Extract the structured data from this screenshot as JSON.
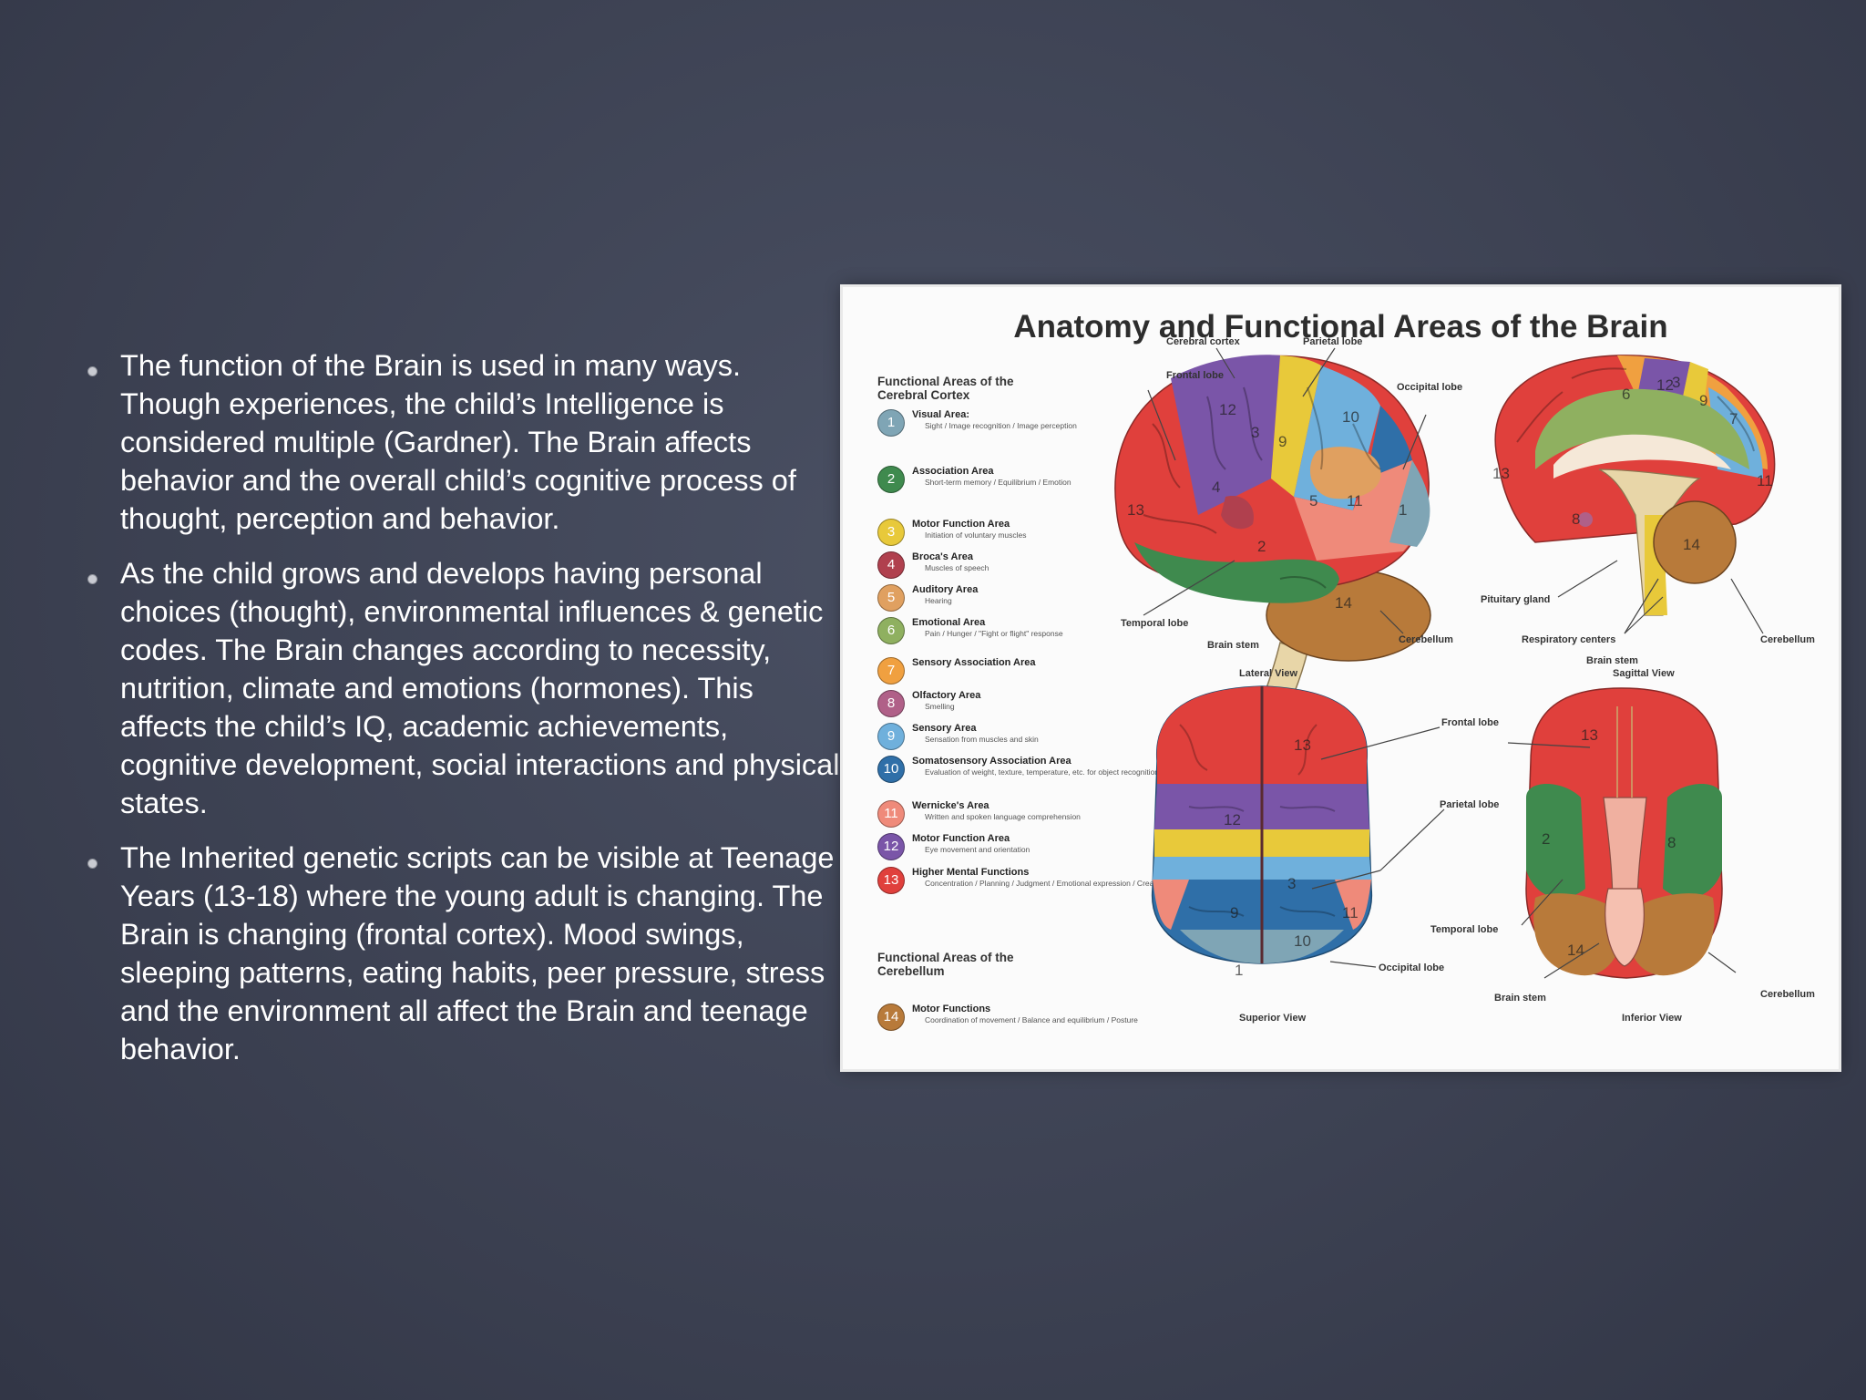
{
  "bullets": [
    "The function of the Brain is used in many ways. Though experiences, the child’s Intelligence is considered multiple (Gardner). The Brain affects behavior and the overall child’s cognitive process of thought, perception and behavior.",
    "As the child grows and develops having personal choices (thought), environmental influences & genetic codes. The Brain changes according to necessity, nutrition, climate and emotions (hormones). This affects the child’s IQ, academic achievements, cognitive development, social interactions and physical states.",
    "The Inherited genetic scripts can be visible at Teenage Years (13-18) where the young adult is changing. The Brain is changing (frontal cortex). Mood swings, sleeping patterns, eating habits, peer pressure, stress and the environment all affect the Brain and teenage behavior."
  ],
  "poster": {
    "title": "Anatomy and Functional Areas of the Brain",
    "legend_heading_cortex": "Functional Areas of the Cerebral Cortex",
    "legend_heading_cerebellum": "Functional Areas of the Cerebellum",
    "legend": [
      {
        "num": "1",
        "name": "Visual Area:",
        "desc": "Sight / Image recognition / Image perception",
        "color": "#7fa5b5"
      },
      {
        "num": "2",
        "name": "Association Area",
        "desc": "Short-term memory / Equilibrium / Emotion",
        "color": "#3f8a4e"
      },
      {
        "num": "3",
        "name": "Motor Function Area",
        "desc": "Initiation of voluntary muscles",
        "color": "#e8c93a"
      },
      {
        "num": "4",
        "name": "Broca's Area",
        "desc": "Muscles of speech",
        "color": "#b0404e"
      },
      {
        "num": "5",
        "name": "Auditory Area",
        "desc": "Hearing",
        "color": "#e0a060"
      },
      {
        "num": "6",
        "name": "Emotional Area",
        "desc": "Pain / Hunger / \"Fight or flight\" response",
        "color": "#8fb060"
      },
      {
        "num": "7",
        "name": "Sensory Association Area",
        "desc": "",
        "color": "#f0a040"
      },
      {
        "num": "8",
        "name": "Olfactory Area",
        "desc": "Smelling",
        "color": "#b06088"
      },
      {
        "num": "9",
        "name": "Sensory Area",
        "desc": "Sensation from muscles and skin",
        "color": "#6fb0dc"
      },
      {
        "num": "10",
        "name": "Somatosensory Association Area",
        "desc": "Evaluation of weight, texture, temperature, etc. for object recognition",
        "color": "#2f6fa8"
      },
      {
        "num": "11",
        "name": "Wernicke's Area",
        "desc": "Written and spoken language comprehension",
        "color": "#ef8a7a"
      },
      {
        "num": "12",
        "name": "Motor Function Area",
        "desc": "Eye movement and orientation",
        "color": "#7a55a8"
      },
      {
        "num": "13",
        "name": "Higher Mental Functions",
        "desc": "Concentration / Planning / Judgment / Emotional expression / Creativity / Inhibition",
        "color": "#e0403c"
      },
      {
        "num": "14",
        "name": "Motor Functions",
        "desc": "Coordination of movement / Balance and equilibrium / Posture",
        "color": "#b87a3a"
      }
    ],
    "labels": {
      "cerebral_cortex": "Cerebral cortex",
      "parietal_lobe": "Parietal lobe",
      "frontal_lobe": "Frontal lobe",
      "occipital_lobe": "Occipital lobe",
      "temporal_lobe": "Temporal lobe",
      "brain_stem": "Brain stem",
      "cerebellum": "Cerebellum",
      "lateral_view": "Lateral View",
      "pituitary_gland": "Pituitary gland",
      "respiratory_centers": "Respiratory centers",
      "sagittal_view": "Sagittal View",
      "superior_view": "Superior View",
      "inferior_view": "Inferior View"
    },
    "colors": {
      "background": "#3d4253",
      "text": "#ffffff"
    }
  }
}
